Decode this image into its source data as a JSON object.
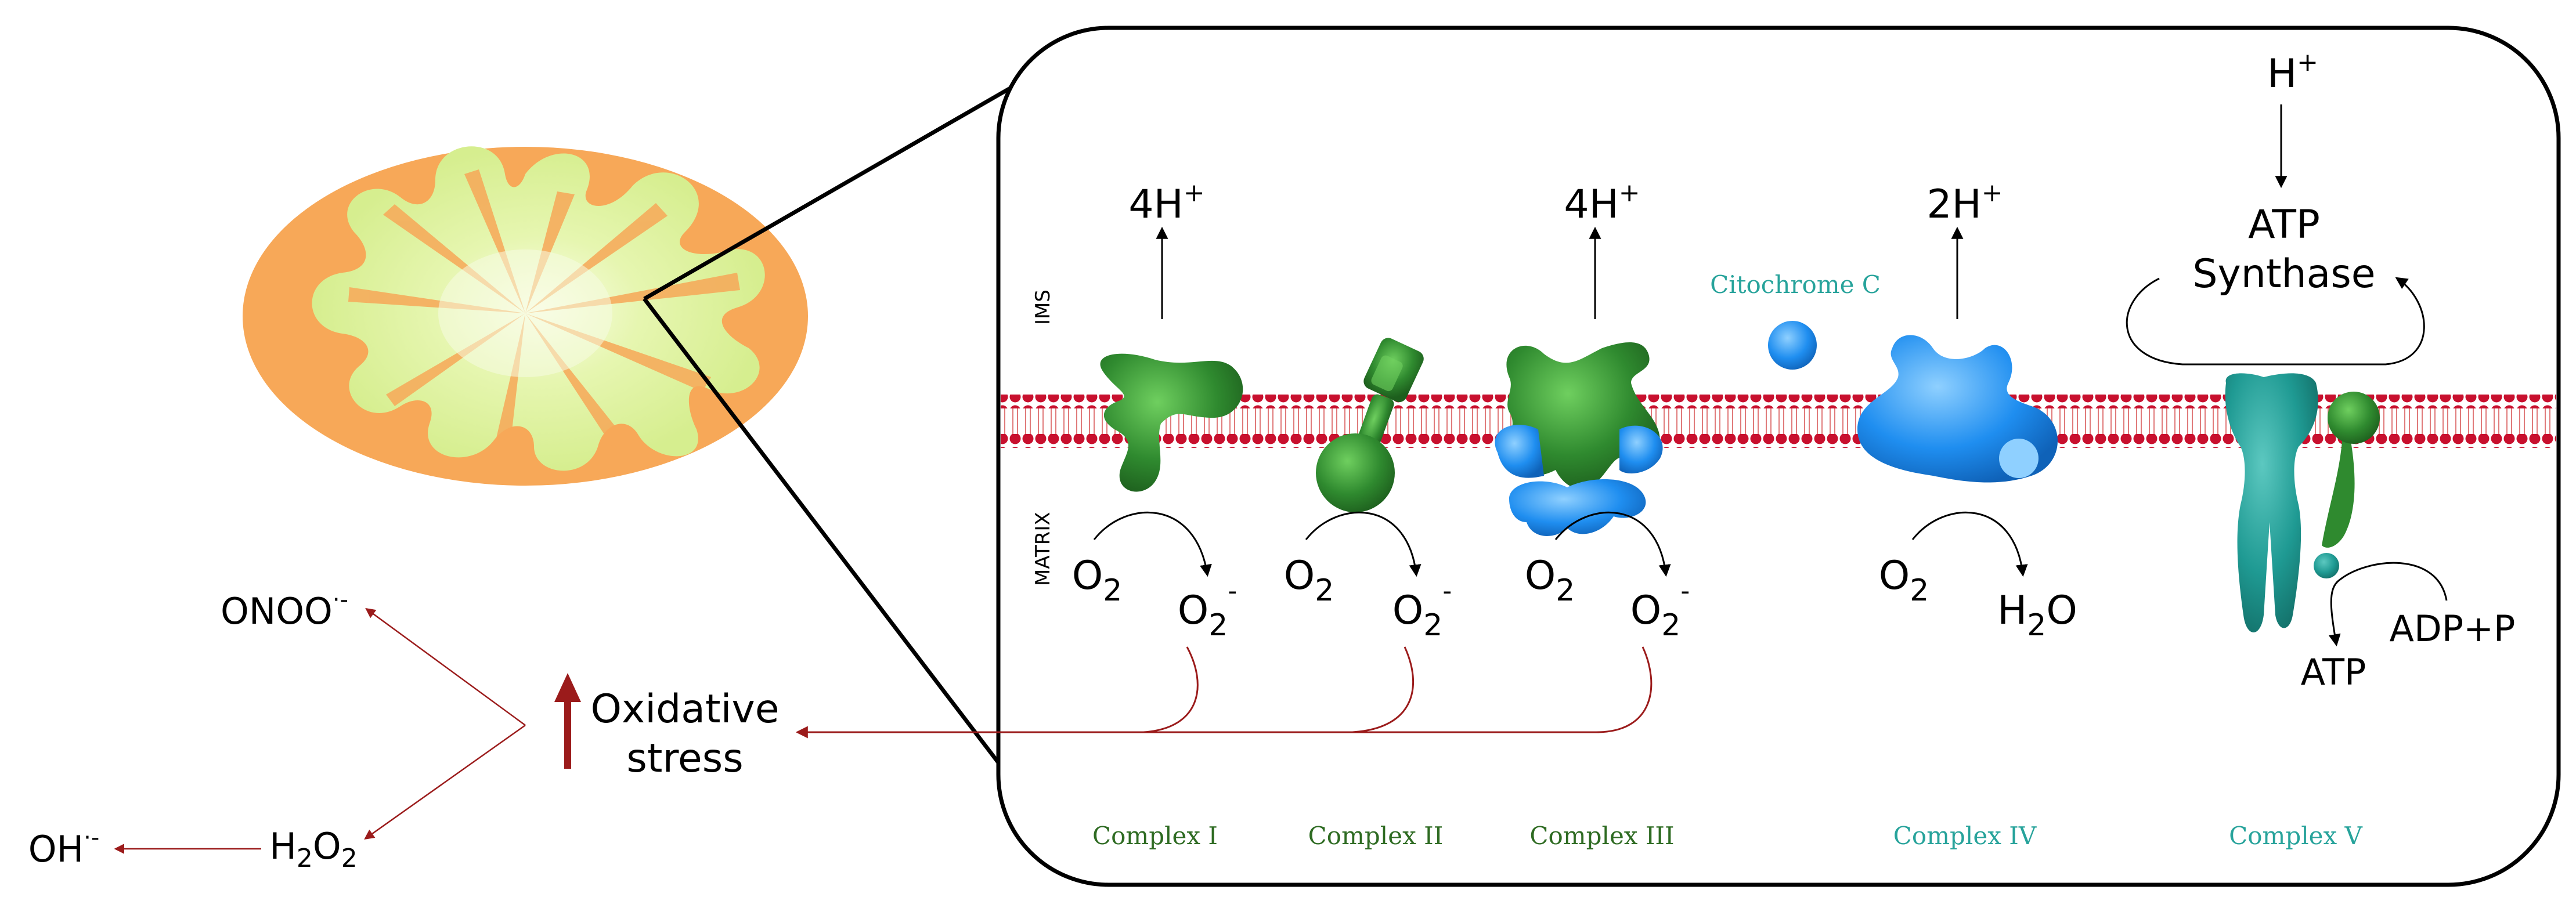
{
  "labels": {
    "ims": "IMS",
    "matrix": "MATRIX",
    "citochrome": "Citochrome C",
    "atp_synthase_line1": "ATP",
    "atp_synthase_line2": "Synthase",
    "oxidative_line1": "Oxidative",
    "oxidative_line2": "stress",
    "h_plus_top": "H",
    "adp_p": "ADP+P",
    "atp": "ATP",
    "onoo": "ONOO",
    "onoo_sup": "·-",
    "oh": "OH",
    "oh_sup": "·-",
    "h2o2_h": "H",
    "h2o2_2a": "2",
    "h2o2_o": "O",
    "h2o2_2b": "2"
  },
  "pumps": [
    {
      "coef": "4H",
      "sup": "+"
    },
    {
      "coef": "4H",
      "sup": "+"
    },
    {
      "coef": "2H",
      "sup": "+"
    }
  ],
  "reactions": [
    {
      "reactant": "O",
      "reactant_sub": "2",
      "product": "O",
      "product_sub": "2",
      "product_sup": "-"
    },
    {
      "reactant": "O",
      "reactant_sub": "2",
      "product": "O",
      "product_sub": "2",
      "product_sup": "-"
    },
    {
      "reactant": "O",
      "reactant_sub": "2",
      "product": "O",
      "product_sub": "2",
      "product_sup": "-"
    },
    {
      "reactant": "O",
      "reactant_sub": "2",
      "product": "H",
      "product_sub": "2",
      "product_tail": "O"
    }
  ],
  "complexes": [
    {
      "name": "Complex I",
      "color": "#2e6b22"
    },
    {
      "name": "Complex II",
      "color": "#2e6b22"
    },
    {
      "name": "Complex III",
      "color": "#2e6b22"
    },
    {
      "name": "Complex IV",
      "color": "#27a39b"
    },
    {
      "name": "Complex V",
      "color": "#27a39b"
    }
  ],
  "colors": {
    "outer_membrane": "#f7a858",
    "inner_matrix": "#dcf09a",
    "membrane_bead": "#c8102e",
    "green_complex": "#2f8a2f",
    "blue_complex": "#1f8ef0",
    "teal_complex": "#1f9a93",
    "stress_arrow": "#9b1b1b"
  }
}
